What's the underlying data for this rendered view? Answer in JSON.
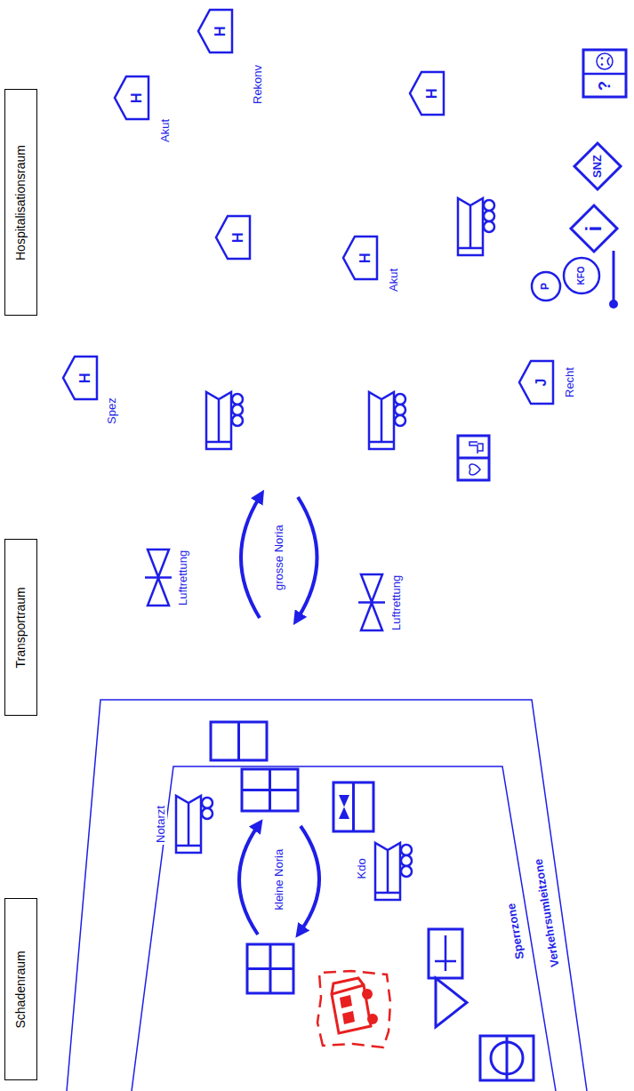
{
  "diagram": {
    "nodes": [
      {
        "text": [
          "Schadenraum"
        ]
      },
      {
        "text": [
          "Transportraum"
        ]
      },
      {
        "text": [
          "Hospitalisationsraum"
        ]
      },
      {
        "text": [
          "Verkehrsumleitzone"
        ]
      },
      {
        "text": [
          "Sperrzone"
        ],
        "in": 3
      },
      {
        "text": [
          "Notarzt"
        ],
        "in": 4
      },
      {
        "text": [
          "Kdo"
        ],
        "in": 4
      },
      {
        "text": [
          "Luftrettung"
        ]
      },
      {
        "text": [
          "Luftrettung"
        ]
      },
      {
        "text": [
          "H",
          "Spez"
        ]
      },
      {
        "text": [
          "J",
          "Recht"
        ]
      },
      {
        "text": [
          "H"
        ]
      },
      {
        "text": [
          "H",
          "Akut"
        ]
      },
      {
        "text": [
          "H",
          "Akut"
        ]
      },
      {
        "text": [
          "H",
          "Rekonv"
        ]
      },
      {
        "text": [
          "H"
        ]
      },
      {
        "text": [
          "i"
        ]
      },
      {
        "text": [
          "SNZ"
        ]
      },
      {
        "text": [
          "P"
        ]
      },
      {
        "text": [
          "KFO"
        ]
      },
      {
        "text": [
          "?"
        ]
      }
    ],
    "labels": [
      "kleine Noria",
      "grosse Noria"
    ]
  }
}
